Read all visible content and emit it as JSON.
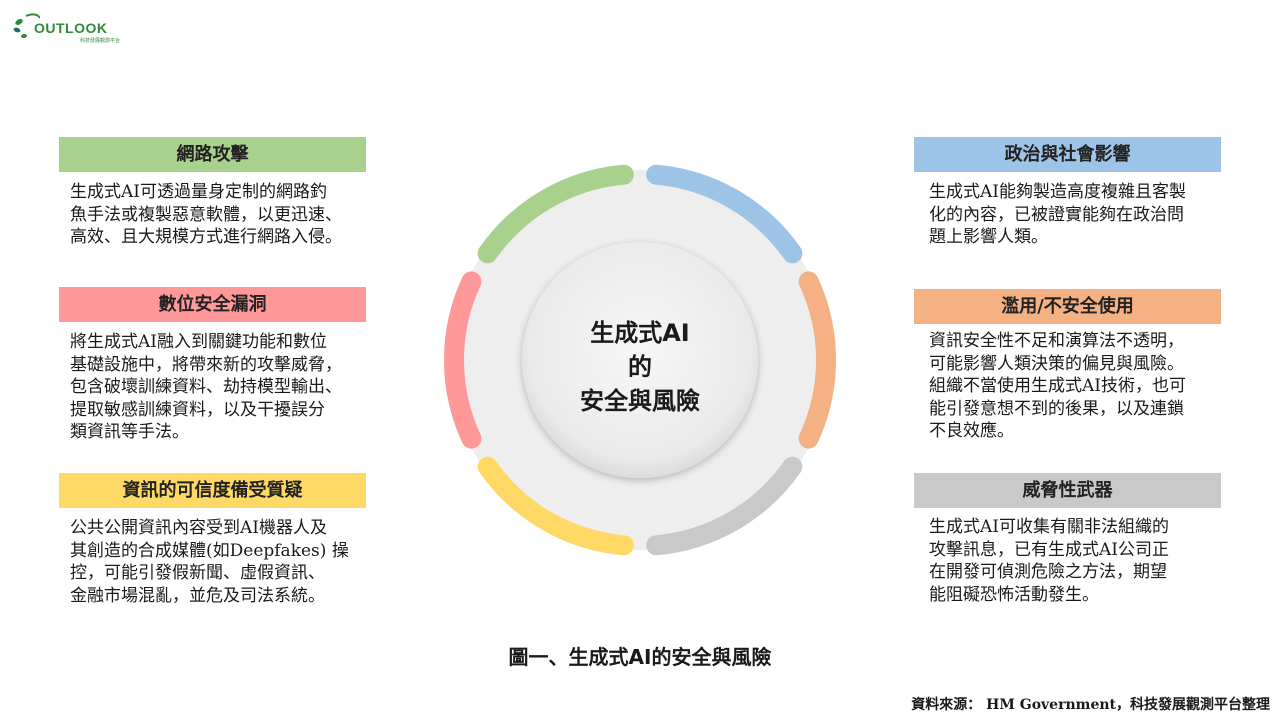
{
  "logo": {
    "word": "OUTLOOK",
    "subtitle": "科技發展觀測平台"
  },
  "center": {
    "line1": "生成式AI",
    "line2": "的",
    "line3": "安全與風險"
  },
  "colors": {
    "green": "#a9d18e",
    "blue": "#9dc3e6",
    "orange": "#f4b183",
    "gray": "#c9c9c9",
    "yellow": "#ffd966",
    "red": "#ff9999"
  },
  "boxes": [
    {
      "title": "網路攻擊",
      "color": "#a9d18e",
      "lines": [
        "生成式AI可透過量身定制的網路釣",
        "魚手法或複製惡意軟體，以更迅速、",
        "高效、且大規模方式進行網路入侵。"
      ]
    },
    {
      "title": "數位安全漏洞",
      "color": "#ff9999",
      "lines": [
        "將生成式AI融入到關鍵功能和數位",
        "基礎設施中，將帶來新的攻擊威脅，",
        "包含破壞訓練資料、劫持模型輸出、",
        "提取敏感訓練資料，以及干擾誤分",
        "類資訊等手法。"
      ]
    },
    {
      "title": "資訊的可信度備受質疑",
      "color": "#ffd966",
      "lines": [
        "公共公開資訊內容受到AI機器人及",
        "其創造的合成媒體(如Deepfakes) 操",
        "控，可能引發假新聞、虛假資訊、",
        "金融市場混亂，並危及司法系統。"
      ]
    },
    {
      "title": "政治與社會影響",
      "color": "#9dc3e6",
      "lines": [
        "生成式AI能夠製造高度複雜且客製",
        "化的內容，已被證實能夠在政治問",
        "題上影響人類。"
      ]
    },
    {
      "title": "濫用/不安全使用",
      "color": "#f4b183",
      "lines": [
        "資訊安全性不足和演算法不透明，",
        "可能影響人類決策的偏見與風險。",
        "組織不當使用生成式AI技術，也可",
        "能引發意想不到的後果，以及連鎖",
        "不良效應。"
      ]
    },
    {
      "title": "威脅性武器",
      "color": "#c9c9c9",
      "lines": [
        "生成式AI可收集有關非法組織的",
        "攻擊訊息，已有生成式AI公司正",
        "在開發可偵測危險之方法，期望",
        "能阻礙恐怖活動發生。"
      ]
    }
  ],
  "caption": "圖一、生成式AI的安全與風險",
  "source": "資料來源： HM Government，科技發展觀測平台整理"
}
